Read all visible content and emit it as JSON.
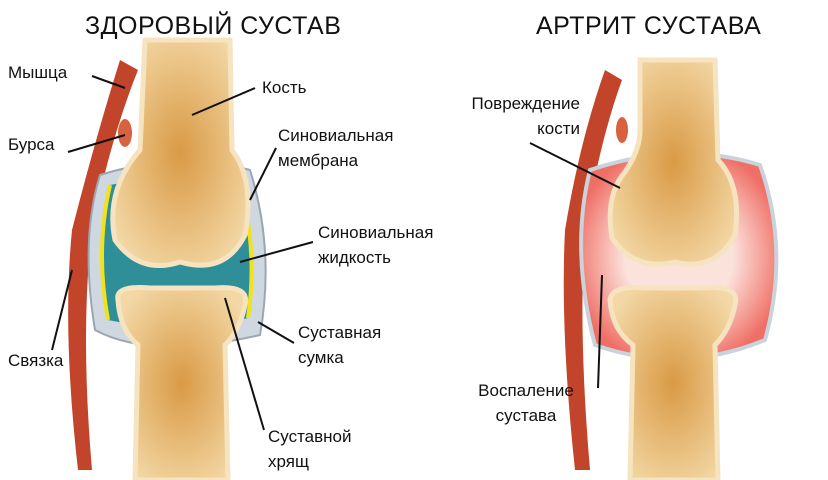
{
  "titles": {
    "healthy": "ЗДОРОВЫЙ СУСТАВ",
    "arthritis": "АРТРИТ СУСТАВА"
  },
  "labels": {
    "muscle": "Мышца",
    "bone": "Кость",
    "bursa": "Бурса",
    "synovial_membrane": [
      "Синовиальная",
      "мембрана"
    ],
    "synovial_fluid": [
      "Синовиальная",
      "жидкость"
    ],
    "joint_capsule": [
      "Суставная",
      "сумка"
    ],
    "ligament": "Связка",
    "cartilage": [
      "Суставной",
      "хрящ"
    ],
    "bone_damage": [
      "Повреждение",
      "кости"
    ],
    "inflammation": [
      "Воспаление",
      "сустава"
    ]
  },
  "colors": {
    "bone": "#e9b96a",
    "bone_light": "#f4dcae",
    "fluid": "#2f8f98",
    "membrane": "#f2e21c",
    "muscle": "#c2442a",
    "capsule": "#c9d3dc",
    "inflamed": "#f28a80"
  }
}
